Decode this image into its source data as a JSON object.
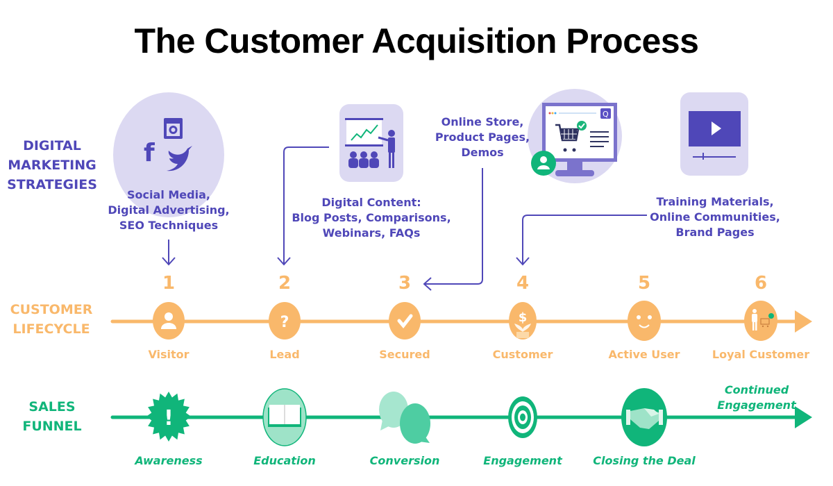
{
  "title": "The Customer Acquisition Process",
  "colors": {
    "purple": "#4f47b8",
    "lavender": "#dcd9f2",
    "orange": "#f9b86b",
    "green": "#10b57a",
    "light_green": "#9ee3c8"
  },
  "rows": {
    "digital_marketing": [
      "DIGITAL",
      "MARKETING",
      "STRATEGIES"
    ],
    "customer_lifecycle": [
      "CUSTOMER",
      "LIFECYCLE"
    ],
    "sales_funnel": [
      "SALES",
      "FUNNEL"
    ]
  },
  "strategies": [
    {
      "icon": "social-media-icons",
      "lines": [
        "Social Media,",
        "Digital Advertising,",
        "SEO Techniques"
      ],
      "target_step": 1
    },
    {
      "icon": "presentation-icon",
      "lines": [
        "Digital Content:",
        "Blog Posts, Comparisons,",
        "Webinars, FAQs"
      ],
      "target_step": 2
    },
    {
      "icon": "online-store-icon",
      "lines": [
        "Online Store,",
        "Product Pages,",
        "Demos"
      ],
      "target_step": 3
    },
    {
      "icon": "video-player-icon",
      "lines": [
        "Training Materials,",
        "Online Communities,",
        "Brand Pages"
      ],
      "target_step": 4
    }
  ],
  "lifecycle": [
    {
      "number": "1",
      "label": "Visitor",
      "icon": "person-icon"
    },
    {
      "number": "2",
      "label": "Lead",
      "icon": "question-icon"
    },
    {
      "number": "3",
      "label": "Secured",
      "icon": "checkmark-icon"
    },
    {
      "number": "4",
      "label": "Customer",
      "icon": "money-plant-icon"
    },
    {
      "number": "5",
      "label": "Active User",
      "icon": "smiley-icon"
    },
    {
      "number": "6",
      "label": "Loyal Customer",
      "icon": "shopper-cart-icon"
    }
  ],
  "funnel": [
    {
      "label": "Awareness",
      "icon": "alert-burst-icon"
    },
    {
      "label": "Education",
      "icon": "book-icon"
    },
    {
      "label": "Conversion",
      "icon": "chat-bubbles-icon"
    },
    {
      "label": "Engagement",
      "icon": "target-icon"
    },
    {
      "label": "Closing the Deal",
      "icon": "handshake-icon"
    }
  ],
  "funnel_end": [
    "Continued",
    "Engagement"
  ]
}
